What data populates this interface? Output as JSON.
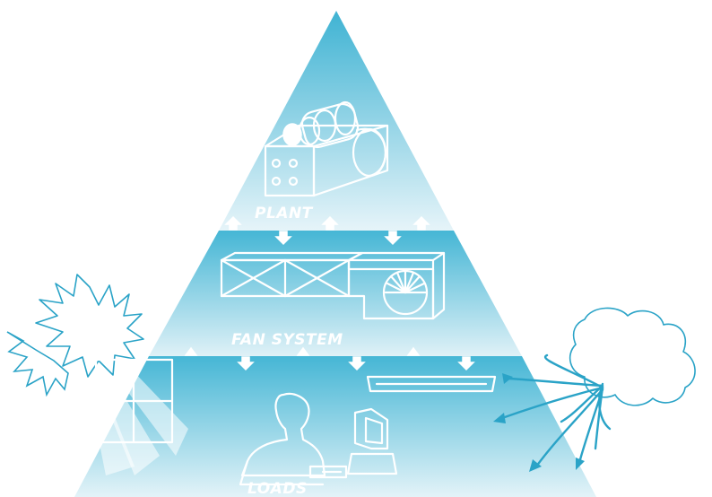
{
  "labels": {
    "plant": "PLANT",
    "fan_system": "FAN SYSTEM",
    "loads": "LOADS"
  },
  "colors": {
    "tier_dark": "#3fb3d3",
    "tier_light": "#e3f3f8",
    "outline": "#ffffff",
    "sun_cloud_stroke": "#2aa3c7"
  },
  "icons": [
    "chiller-icon",
    "air-handler-icon",
    "sun-icon",
    "window-icon",
    "person-icon",
    "computer-icon",
    "ceiling-diffuser-icon",
    "cloud-icon",
    "exchange-arrow-icon"
  ]
}
